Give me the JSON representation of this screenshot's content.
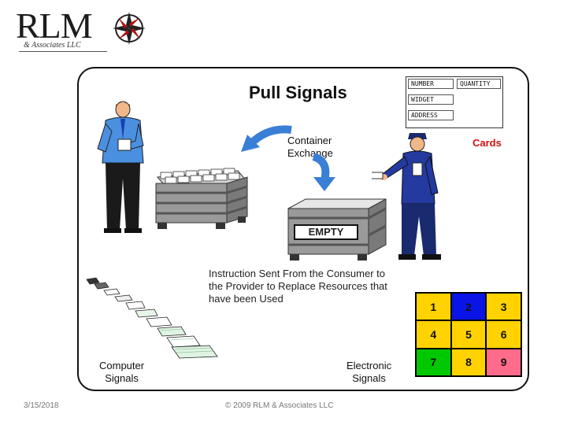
{
  "logo": {
    "text": "RLM",
    "subtext": "& Associates LLC"
  },
  "diagram": {
    "title": "Pull Signals",
    "container_exchange": [
      "Container",
      "Exchange"
    ],
    "empty_label": "EMPTY",
    "instruction": [
      "Instruction Sent From the Consumer to",
      "the Provider to Replace Resources that",
      "have been Used"
    ],
    "computer_signals": [
      "Computer",
      "Signals"
    ],
    "electronic_signals": [
      "Electronic",
      "Signals"
    ],
    "cards_label": "Cards",
    "card_fields": {
      "number": "NUMBER",
      "quantity": "QUANTITY",
      "widget": "WIDGET",
      "address": "ADDRESS"
    },
    "grid": [
      {
        "label": "1",
        "color": "#ffd200"
      },
      {
        "label": "2",
        "color": "#0a14e6"
      },
      {
        "label": "3",
        "color": "#ffd200"
      },
      {
        "label": "4",
        "color": "#ffd200"
      },
      {
        "label": "5",
        "color": "#ffd200"
      },
      {
        "label": "6",
        "color": "#ffd200"
      },
      {
        "label": "7",
        "color": "#00c800"
      },
      {
        "label": "8",
        "color": "#ffd200"
      },
      {
        "label": "9",
        "color": "#ff6b8a"
      }
    ]
  },
  "footer": {
    "date": "3/15/2018",
    "copyright": "© 2009 RLM & Associates LLC"
  },
  "colors": {
    "cards_text": "#d21010",
    "arrow_blue": "#3a7fd6"
  }
}
